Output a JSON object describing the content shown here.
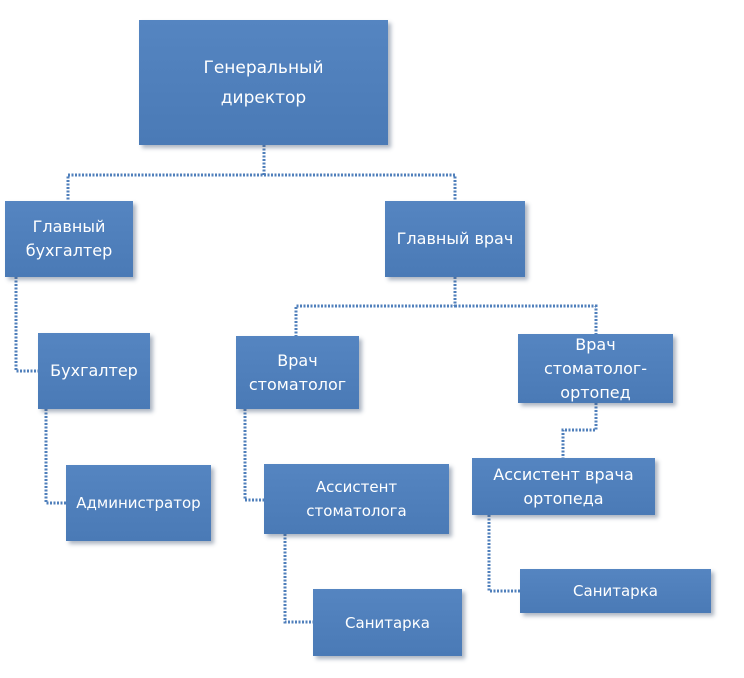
{
  "nodes": {
    "ceo": "Генеральный\nдиректор",
    "chief_accountant": "Главный\nбухгалтер",
    "chief_doctor": "Главный врач",
    "accountant": "Бухгалтер",
    "dentist": "Врач\nстоматолог",
    "orthopedist": "Врач стоматолог-\nортопед",
    "administrator": "Администратор",
    "dentist_assistant": "Ассистент стоматолога",
    "orthopedist_assistant": "Ассистент врача\nортопеда",
    "nurse_1": "Санитарка",
    "nurse_2": "Санитарка"
  },
  "colors": {
    "node_fill": "#4f7fbb",
    "node_text": "#ffffff",
    "connector": "#4f7fbb"
  }
}
